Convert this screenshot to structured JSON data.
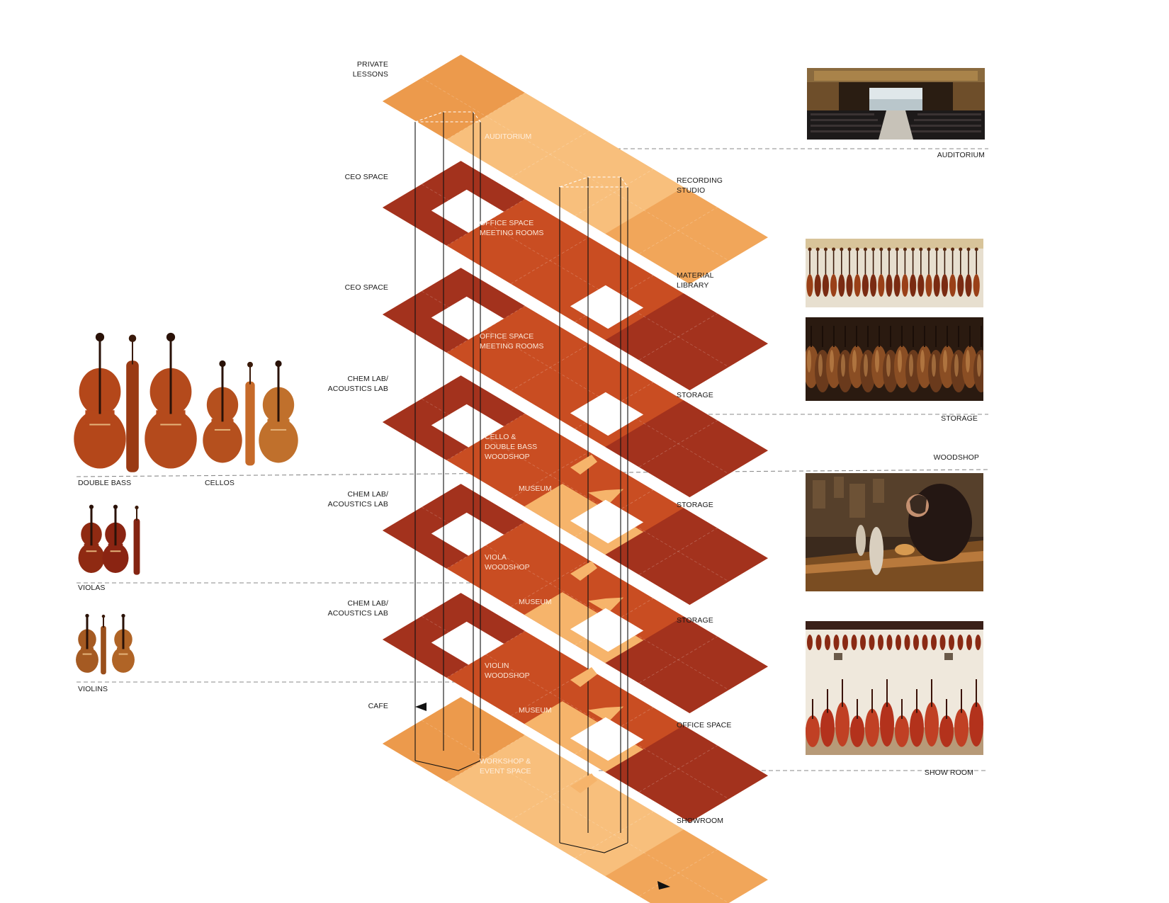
{
  "colors": {
    "light": "#f6b46b",
    "light_dark": "#ec9a4c",
    "mid": "#c94d22",
    "mid_dark": "#b9401b",
    "dark": "#a3321d",
    "frame": "#111111",
    "dash": "#8a8a8a"
  },
  "floors": [
    {
      "id": "top",
      "tone": "light",
      "left_label": "PRIVATE\nLESSONS",
      "inner": [
        "AUDITORIUM"
      ],
      "right_label": "RECORDING\nSTUDIO"
    },
    {
      "id": "f6",
      "tone": "mid",
      "left_label": "CEO SPACE",
      "inner": [
        "OFFICE SPACE\nMEETING ROOMS"
      ],
      "right_label": "MATERIAL\nLIBRARY"
    },
    {
      "id": "f5",
      "tone": "mid",
      "left_label": "CEO SPACE",
      "inner": [
        "OFFICE SPACE\nMEETING ROOMS"
      ],
      "right_label": "STORAGE"
    },
    {
      "id": "f4",
      "tone": "mid",
      "left_label": "CHEM LAB/\nACOUSTICS LAB",
      "inner": [
        "CELLO &\nDOUBLE BASS\nWOODSHOP",
        "MUSEUM"
      ],
      "right_label": "STORAGE"
    },
    {
      "id": "f3",
      "tone": "mid",
      "left_label": "CHEM LAB/\nACOUSTICS LAB",
      "inner": [
        "VIOLA\nWOODSHOP",
        "MUSEUM"
      ],
      "right_label": "STORAGE"
    },
    {
      "id": "f2",
      "tone": "mid",
      "left_label": "CHEM LAB/\nACOUSTICS LAB",
      "inner": [
        "VIOLIN\nWOODSHOP",
        "MUSEUM"
      ],
      "right_label": "OFFICE SPACE"
    },
    {
      "id": "ground",
      "tone": "light",
      "left_label": "CAFE",
      "inner": [
        "WORKSHOP &\nEVENT SPACE"
      ],
      "right_label": "SHOWROOM"
    }
  ],
  "instruments": [
    {
      "label": "DOUBLE BASS",
      "count": 3
    },
    {
      "label": "CELLOS",
      "count": 3
    },
    {
      "label": "VIOLAS",
      "count": 3
    },
    {
      "label": "VIOLINS",
      "count": 3
    }
  ],
  "photos": [
    {
      "name": "auditorium-photo",
      "caption": "AUDITORIUM"
    },
    {
      "name": "material-library-photo",
      "caption": ""
    },
    {
      "name": "storage-photo",
      "caption": "STORAGE"
    },
    {
      "name": "woodshop-photo",
      "caption": "WOODSHOP"
    },
    {
      "name": "show-room-photo",
      "caption": "SHOW ROOM"
    }
  ]
}
